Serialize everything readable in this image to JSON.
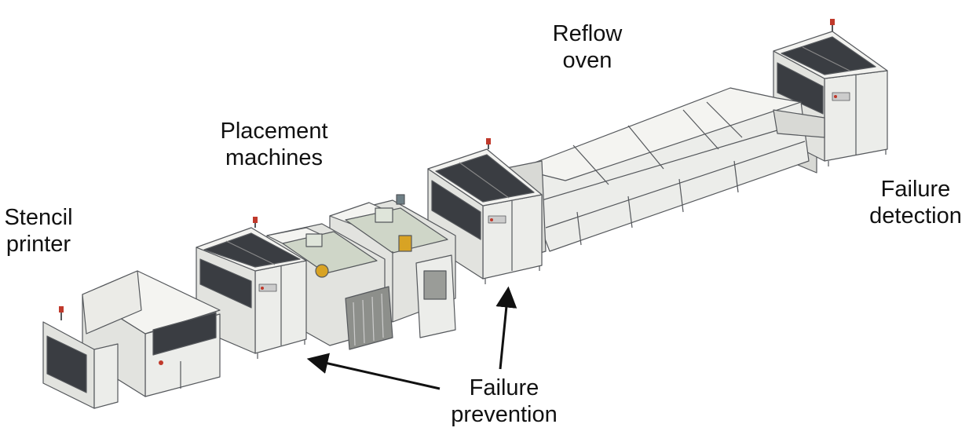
{
  "labels": {
    "stencil_printer": [
      "Stencil",
      "printer"
    ],
    "placement_machines": [
      "Placement",
      "machines"
    ],
    "reflow_oven": [
      "Reflow",
      "oven"
    ],
    "failure_detection": [
      "Failure",
      "detection"
    ],
    "failure_prevention": [
      "Failure",
      "prevention"
    ]
  },
  "colors": {
    "machine_body": "#ecedea",
    "machine_side": "#d8d9d5",
    "window_dark": "#3a3d42",
    "outline": "#55585c",
    "accent_green": "#2f7a3a",
    "accent_red": "#c0392b",
    "accent_yellow": "#d8a324",
    "arrow": "#111111"
  }
}
